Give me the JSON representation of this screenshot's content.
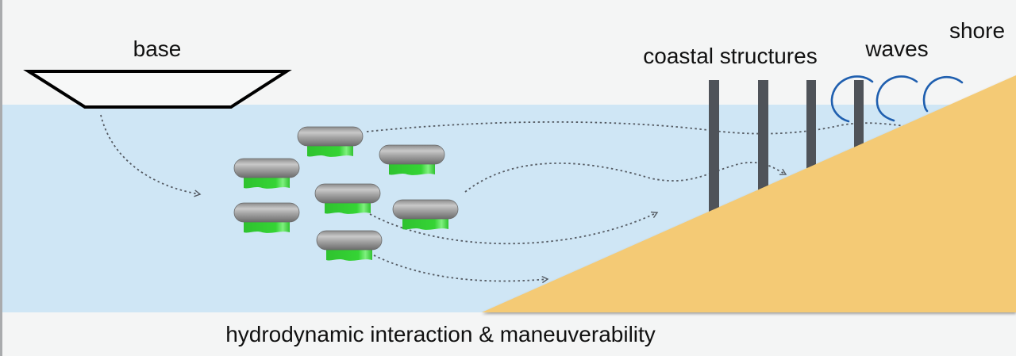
{
  "labels": {
    "base": "base",
    "coastal_structures": "coastal structures",
    "waves": "waves",
    "shore": "shore",
    "caption": "hydrodynamic interaction & maneuverability"
  },
  "colors": {
    "background": "#f4f5f5",
    "water": "#cfe6f5",
    "sand": "#f4ca74",
    "pillar": "#4f5359",
    "wave": "#1f5faf",
    "robot_body": "#9a9a9a",
    "robot_fins": "#3ccf3c",
    "path": "#555b63",
    "base_outline": "#000000",
    "left_edge": "#a9abad"
  },
  "elements": {
    "robot_count": 7,
    "pillar_count": 4,
    "wave_count": 3,
    "path_count": 5
  }
}
